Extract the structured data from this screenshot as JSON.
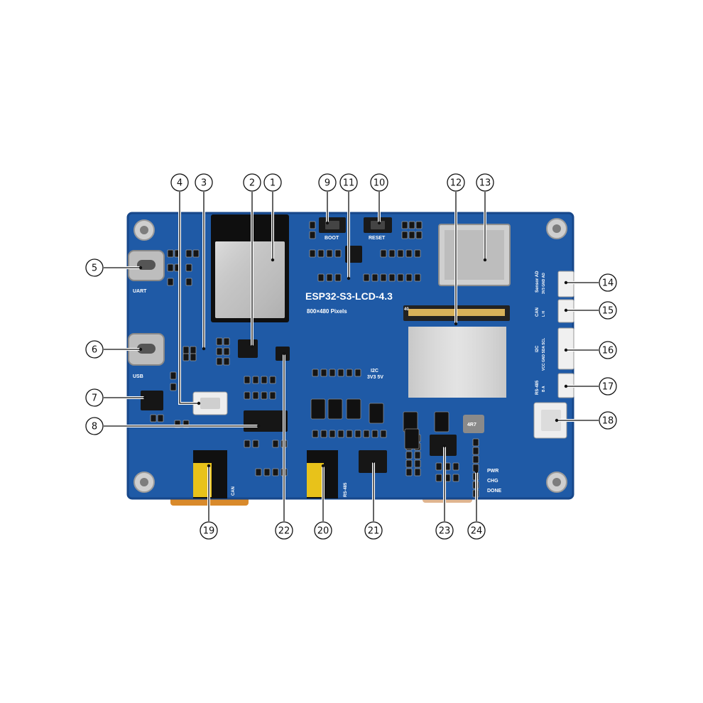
{
  "board": {
    "name": "ESP32-S3-LCD-4.3",
    "resolution": "800×480 Pixels",
    "labels": {
      "boot": "BOOT",
      "reset": "RESET",
      "uart": "UART",
      "usb": "USB",
      "can": "CAN",
      "rs485": "RS-485",
      "pwr": "PWR",
      "chg": "CHG",
      "done": "DONE",
      "i2c": "I2C",
      "v3v3_5v": "3V3 5V",
      "fpc_pin": "40",
      "inductor": "4R7",
      "hdr_sensor": "Sensor AD",
      "hdr_sensor_pins": "3V3 GND AD",
      "hdr_can": "CAN",
      "hdr_can_pins": "L  H",
      "hdr_i2c": "I2C",
      "hdr_i2c_pins": "VCC GND SDA SCL",
      "hdr_rs485": "RS-485",
      "hdr_rs485_pins": "B  A"
    }
  },
  "callouts": [
    "1",
    "2",
    "3",
    "4",
    "5",
    "6",
    "7",
    "8",
    "9",
    "10",
    "11",
    "12",
    "13",
    "14",
    "15",
    "16",
    "17",
    "18",
    "19",
    "20",
    "21",
    "22",
    "23",
    "24"
  ],
  "colors": {
    "pcb": "#1f5aa6",
    "pcb_edge": "#17478a",
    "silkscreen": "#ffffff",
    "chip": "#1a1a1a",
    "metal": "#c9c9c9",
    "jumper": "#e8c21a",
    "ribbon": "#d9d9d9"
  }
}
